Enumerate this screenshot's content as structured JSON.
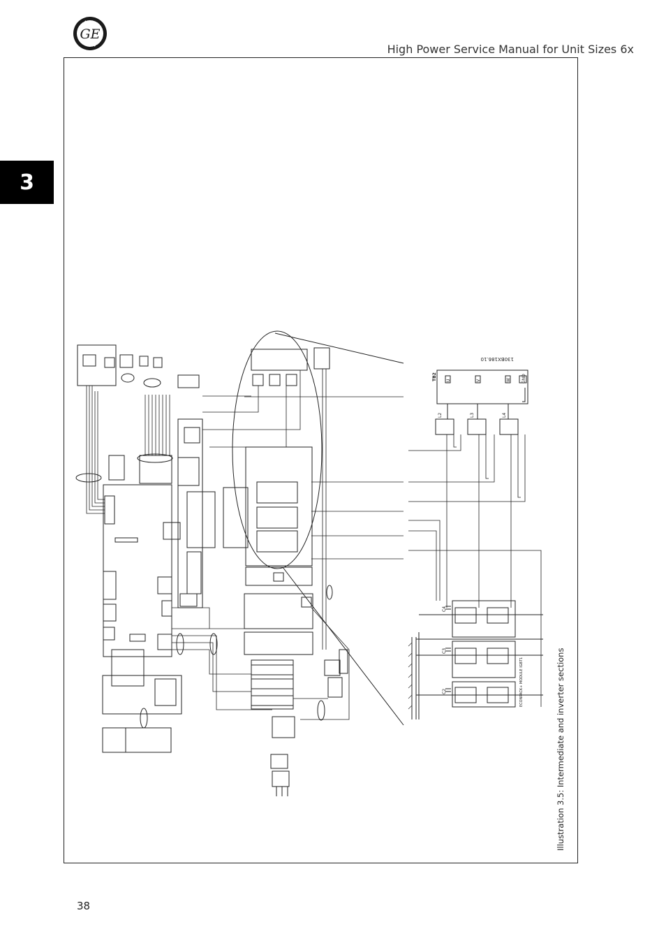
{
  "header": {
    "logo_icon": "ge-monogram-logo",
    "logo_text": "GE",
    "title": "High Power Service Manual for Unit Sizes 6x"
  },
  "chapter_tab": {
    "number": "3"
  },
  "figure": {
    "caption": "Illustration 3.5: Intermediate and inverter sections",
    "drawing_number": "130BX186.10",
    "labels": {
      "tb2": "TB2",
      "u": "U",
      "v": "V",
      "w": "W",
      "gnd": "GND",
      "l2": "L2",
      "l3": "L3",
      "l4": "L4",
      "c4": "C4",
      "c3": "C3",
      "c2": "C2",
      "module": "ECONPACK+ MODULE IGBT1"
    }
  },
  "footer": {
    "page_number": "38"
  },
  "colors": {
    "ink": "#222222",
    "tab_background": "#000000",
    "paper": "#ffffff"
  }
}
